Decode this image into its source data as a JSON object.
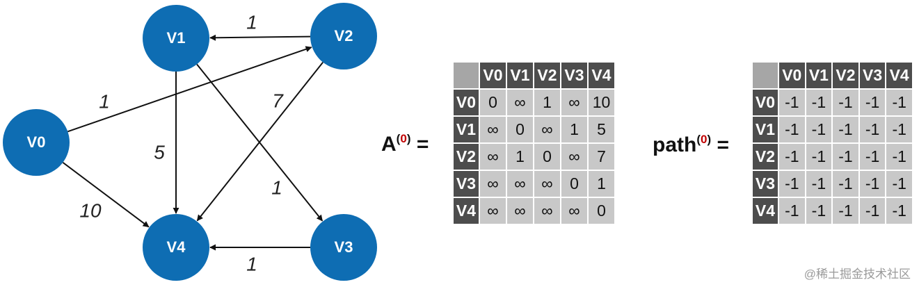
{
  "graph": {
    "nodes": [
      {
        "id": "V0",
        "label": "V0"
      },
      {
        "id": "V1",
        "label": "V1"
      },
      {
        "id": "V2",
        "label": "V2"
      },
      {
        "id": "V3",
        "label": "V3"
      },
      {
        "id": "V4",
        "label": "V4"
      }
    ],
    "edges": [
      {
        "from": "V2",
        "to": "V1",
        "weight": "1"
      },
      {
        "from": "V0",
        "to": "V2",
        "weight": "1"
      },
      {
        "from": "V1",
        "to": "V4",
        "weight": "5"
      },
      {
        "from": "V2",
        "to": "V4",
        "weight": "7"
      },
      {
        "from": "V1",
        "to": "V3",
        "weight": "1"
      },
      {
        "from": "V0",
        "to": "V4",
        "weight": "10"
      },
      {
        "from": "V3",
        "to": "V4",
        "weight": "1"
      }
    ],
    "node_color": "#0e6db3"
  },
  "matrix_a": {
    "label": "A",
    "superscript_open": "(",
    "superscript_index": "0",
    "superscript_close": ")",
    "equals": "=",
    "headers": [
      "V0",
      "V1",
      "V2",
      "V3",
      "V4"
    ],
    "rows": [
      {
        "header": "V0",
        "cells": [
          "0",
          "∞",
          "1",
          "∞",
          "10"
        ]
      },
      {
        "header": "V1",
        "cells": [
          "∞",
          "0",
          "∞",
          "1",
          "5"
        ]
      },
      {
        "header": "V2",
        "cells": [
          "∞",
          "1",
          "0",
          "∞",
          "7"
        ]
      },
      {
        "header": "V3",
        "cells": [
          "∞",
          "∞",
          "∞",
          "0",
          "1"
        ]
      },
      {
        "header": "V4",
        "cells": [
          "∞",
          "∞",
          "∞",
          "∞",
          "0"
        ]
      }
    ]
  },
  "matrix_path": {
    "label": "path",
    "superscript_open": "(",
    "superscript_index": "0",
    "superscript_close": ")",
    "equals": "=",
    "headers": [
      "V0",
      "V1",
      "V2",
      "V3",
      "V4"
    ],
    "rows": [
      {
        "header": "V0",
        "cells": [
          "-1",
          "-1",
          "-1",
          "-1",
          "-1"
        ]
      },
      {
        "header": "V1",
        "cells": [
          "-1",
          "-1",
          "-1",
          "-1",
          "-1"
        ]
      },
      {
        "header": "V2",
        "cells": [
          "-1",
          "-1",
          "-1",
          "-1",
          "-1"
        ]
      },
      {
        "header": "V3",
        "cells": [
          "-1",
          "-1",
          "-1",
          "-1",
          "-1"
        ]
      },
      {
        "header": "V4",
        "cells": [
          "-1",
          "-1",
          "-1",
          "-1",
          "-1"
        ]
      }
    ]
  },
  "colors": {
    "header_dark": "#4d4d4d",
    "corner": "#a6a6a6",
    "cell": "#c8c8c8",
    "superscript_index": "#c00000"
  },
  "watermark": "@稀土掘金技术社区"
}
